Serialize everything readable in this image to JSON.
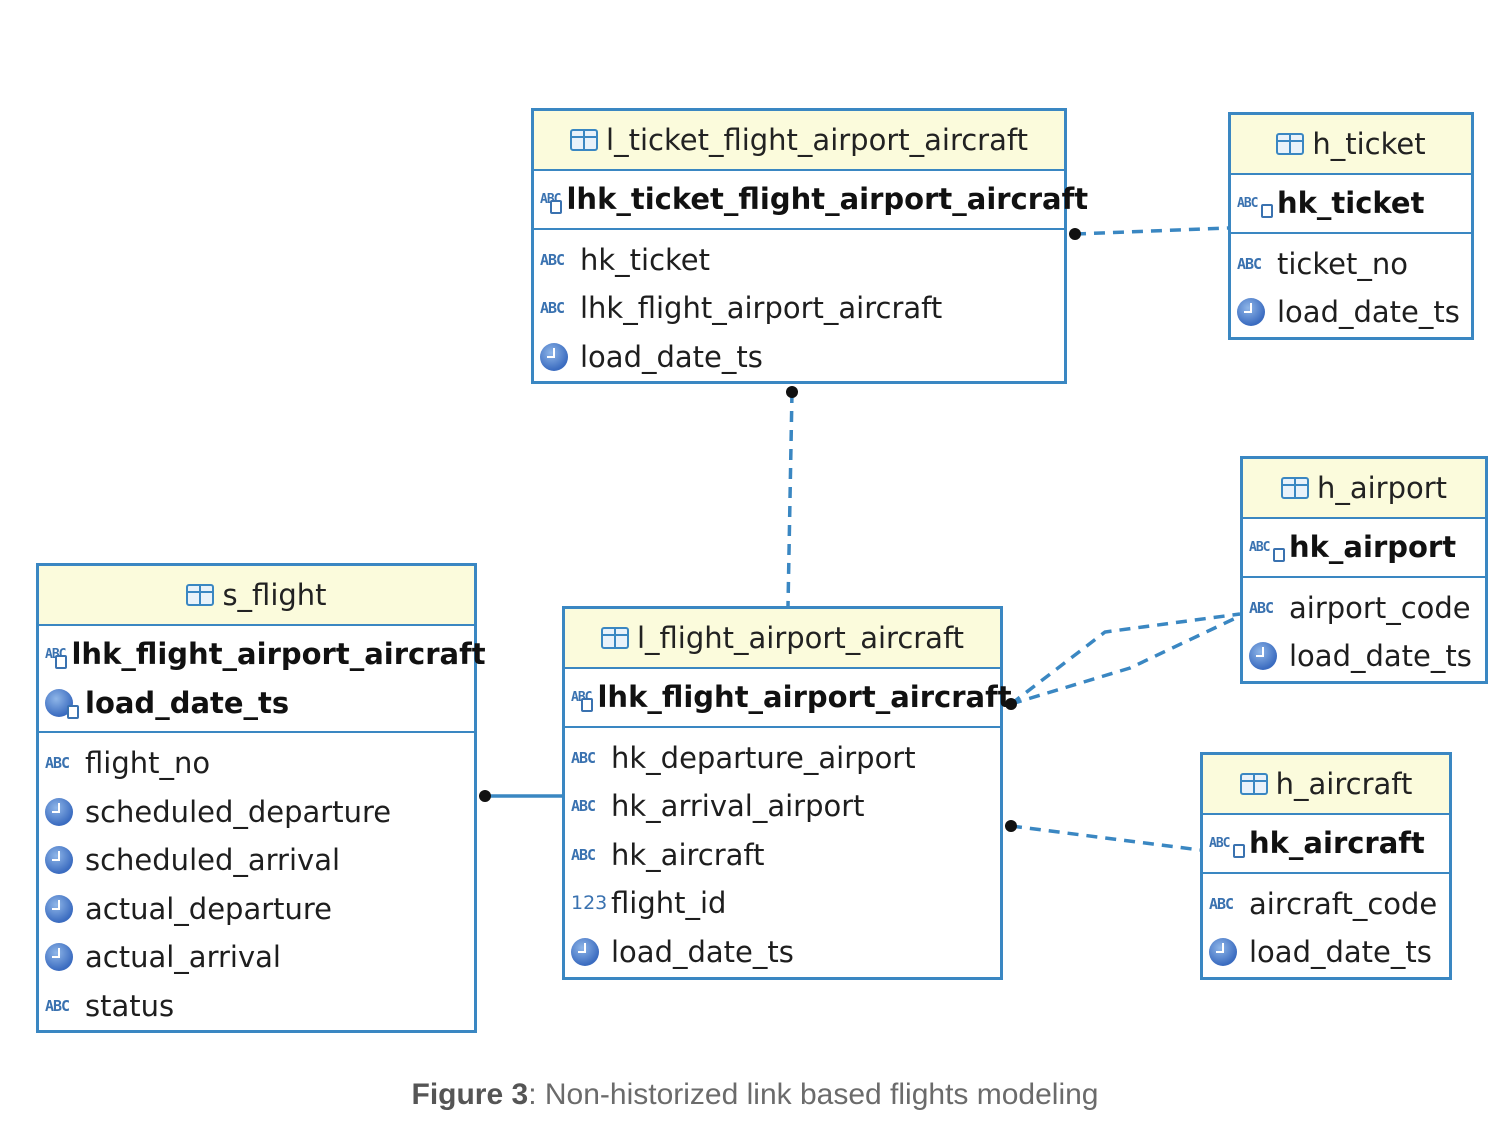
{
  "colors": {
    "border": "#3a87c2",
    "header_bg": "#fbfbdc",
    "connector": "#3a87c2"
  },
  "entities": {
    "l_ticket": {
      "title": "l_ticket_flight_airport_aircraft",
      "keys": [
        {
          "icon": "key-text-icon",
          "label": "lhk_ticket_flight_airport_aircraft"
        }
      ],
      "attributes": [
        {
          "icon": "text-type-icon",
          "label": "hk_ticket"
        },
        {
          "icon": "text-type-icon",
          "label": "lhk_flight_airport_aircraft"
        },
        {
          "icon": "timestamp-icon",
          "label": "load_date_ts"
        }
      ]
    },
    "h_ticket": {
      "title": "h_ticket",
      "keys": [
        {
          "icon": "key-text-icon",
          "label": "hk_ticket"
        }
      ],
      "attributes": [
        {
          "icon": "text-type-icon",
          "label": "ticket_no"
        },
        {
          "icon": "timestamp-icon",
          "label": "load_date_ts"
        }
      ]
    },
    "h_airport": {
      "title": "h_airport",
      "keys": [
        {
          "icon": "key-text-icon",
          "label": "hk_airport"
        }
      ],
      "attributes": [
        {
          "icon": "text-type-icon",
          "label": "airport_code"
        },
        {
          "icon": "timestamp-icon",
          "label": "load_date_ts"
        }
      ]
    },
    "s_flight": {
      "title": "s_flight",
      "keys": [
        {
          "icon": "key-text-icon",
          "label": "lhk_flight_airport_aircraft"
        },
        {
          "icon": "key-timestamp-icon",
          "label": "load_date_ts"
        }
      ],
      "attributes": [
        {
          "icon": "text-type-icon",
          "label": "flight_no"
        },
        {
          "icon": "timestamp-icon",
          "label": "scheduled_departure"
        },
        {
          "icon": "timestamp-icon",
          "label": "scheduled_arrival"
        },
        {
          "icon": "timestamp-icon",
          "label": "actual_departure"
        },
        {
          "icon": "timestamp-icon",
          "label": "actual_arrival"
        },
        {
          "icon": "text-type-icon",
          "label": "status"
        }
      ]
    },
    "l_flight": {
      "title": "l_flight_airport_aircraft",
      "keys": [
        {
          "icon": "key-text-icon",
          "label": "lhk_flight_airport_aircraft"
        }
      ],
      "attributes": [
        {
          "icon": "text-type-icon",
          "label": "hk_departure_airport"
        },
        {
          "icon": "text-type-icon",
          "label": "hk_arrival_airport"
        },
        {
          "icon": "text-type-icon",
          "label": "hk_aircraft"
        },
        {
          "icon": "number-type-icon",
          "label": "flight_id"
        },
        {
          "icon": "timestamp-icon",
          "label": "load_date_ts"
        }
      ]
    },
    "h_aircraft": {
      "title": "h_aircraft",
      "keys": [
        {
          "icon": "key-text-icon",
          "label": "hk_aircraft"
        }
      ],
      "attributes": [
        {
          "icon": "text-type-icon",
          "label": "aircraft_code"
        },
        {
          "icon": "timestamp-icon",
          "label": "load_date_ts"
        }
      ]
    }
  },
  "icon_text": {
    "abc": "ABC",
    "num": "123",
    "key": "ABC"
  },
  "caption": {
    "label": "Figure 3",
    "text": ": Non-historized link based flights modeling"
  }
}
